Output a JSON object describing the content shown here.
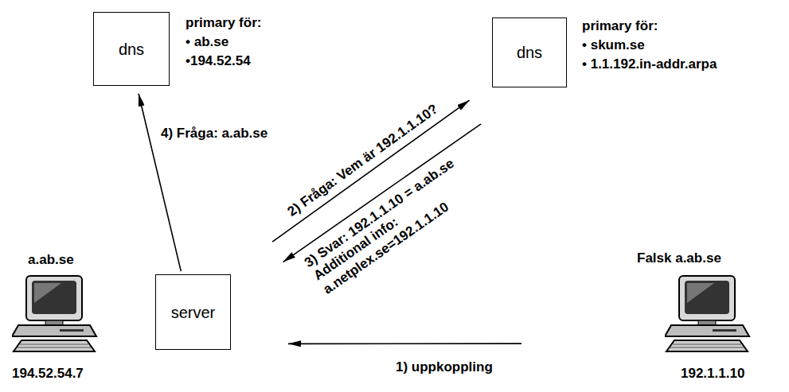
{
  "diagram": {
    "nodes": [
      {
        "text": [
          "dns",
          "primary för:",
          "• ab.se",
          "•194.52.54"
        ]
      },
      {
        "text": [
          "dns",
          "primary för:",
          "• skum.se",
          "• 1.1.192.in-addr.arpa"
        ]
      },
      {
        "text": [
          "a.ab.se",
          "194.52.54.7"
        ]
      },
      {
        "text": [
          "server"
        ]
      },
      {
        "text": [
          "Falsk a.ab.se",
          "192.1.1.10"
        ]
      }
    ],
    "edges": [
      {
        "from": 3,
        "to": 0,
        "arrow": "to",
        "label": "4) Fråga: a.ab.se"
      },
      {
        "from": 3,
        "to": 1,
        "arrow": "to",
        "label": "2) Fråga: Vem är 192.1.1.10?"
      },
      {
        "from": 1,
        "to": 3,
        "arrow": "to",
        "label": "3) Svar: 192.1.1.10 = a.ab.se Additional info: a.netplex.se=192.1.1.10"
      },
      {
        "from": 4,
        "to": 3,
        "arrow": "to",
        "label": "1) uppkoppling"
      }
    ]
  }
}
